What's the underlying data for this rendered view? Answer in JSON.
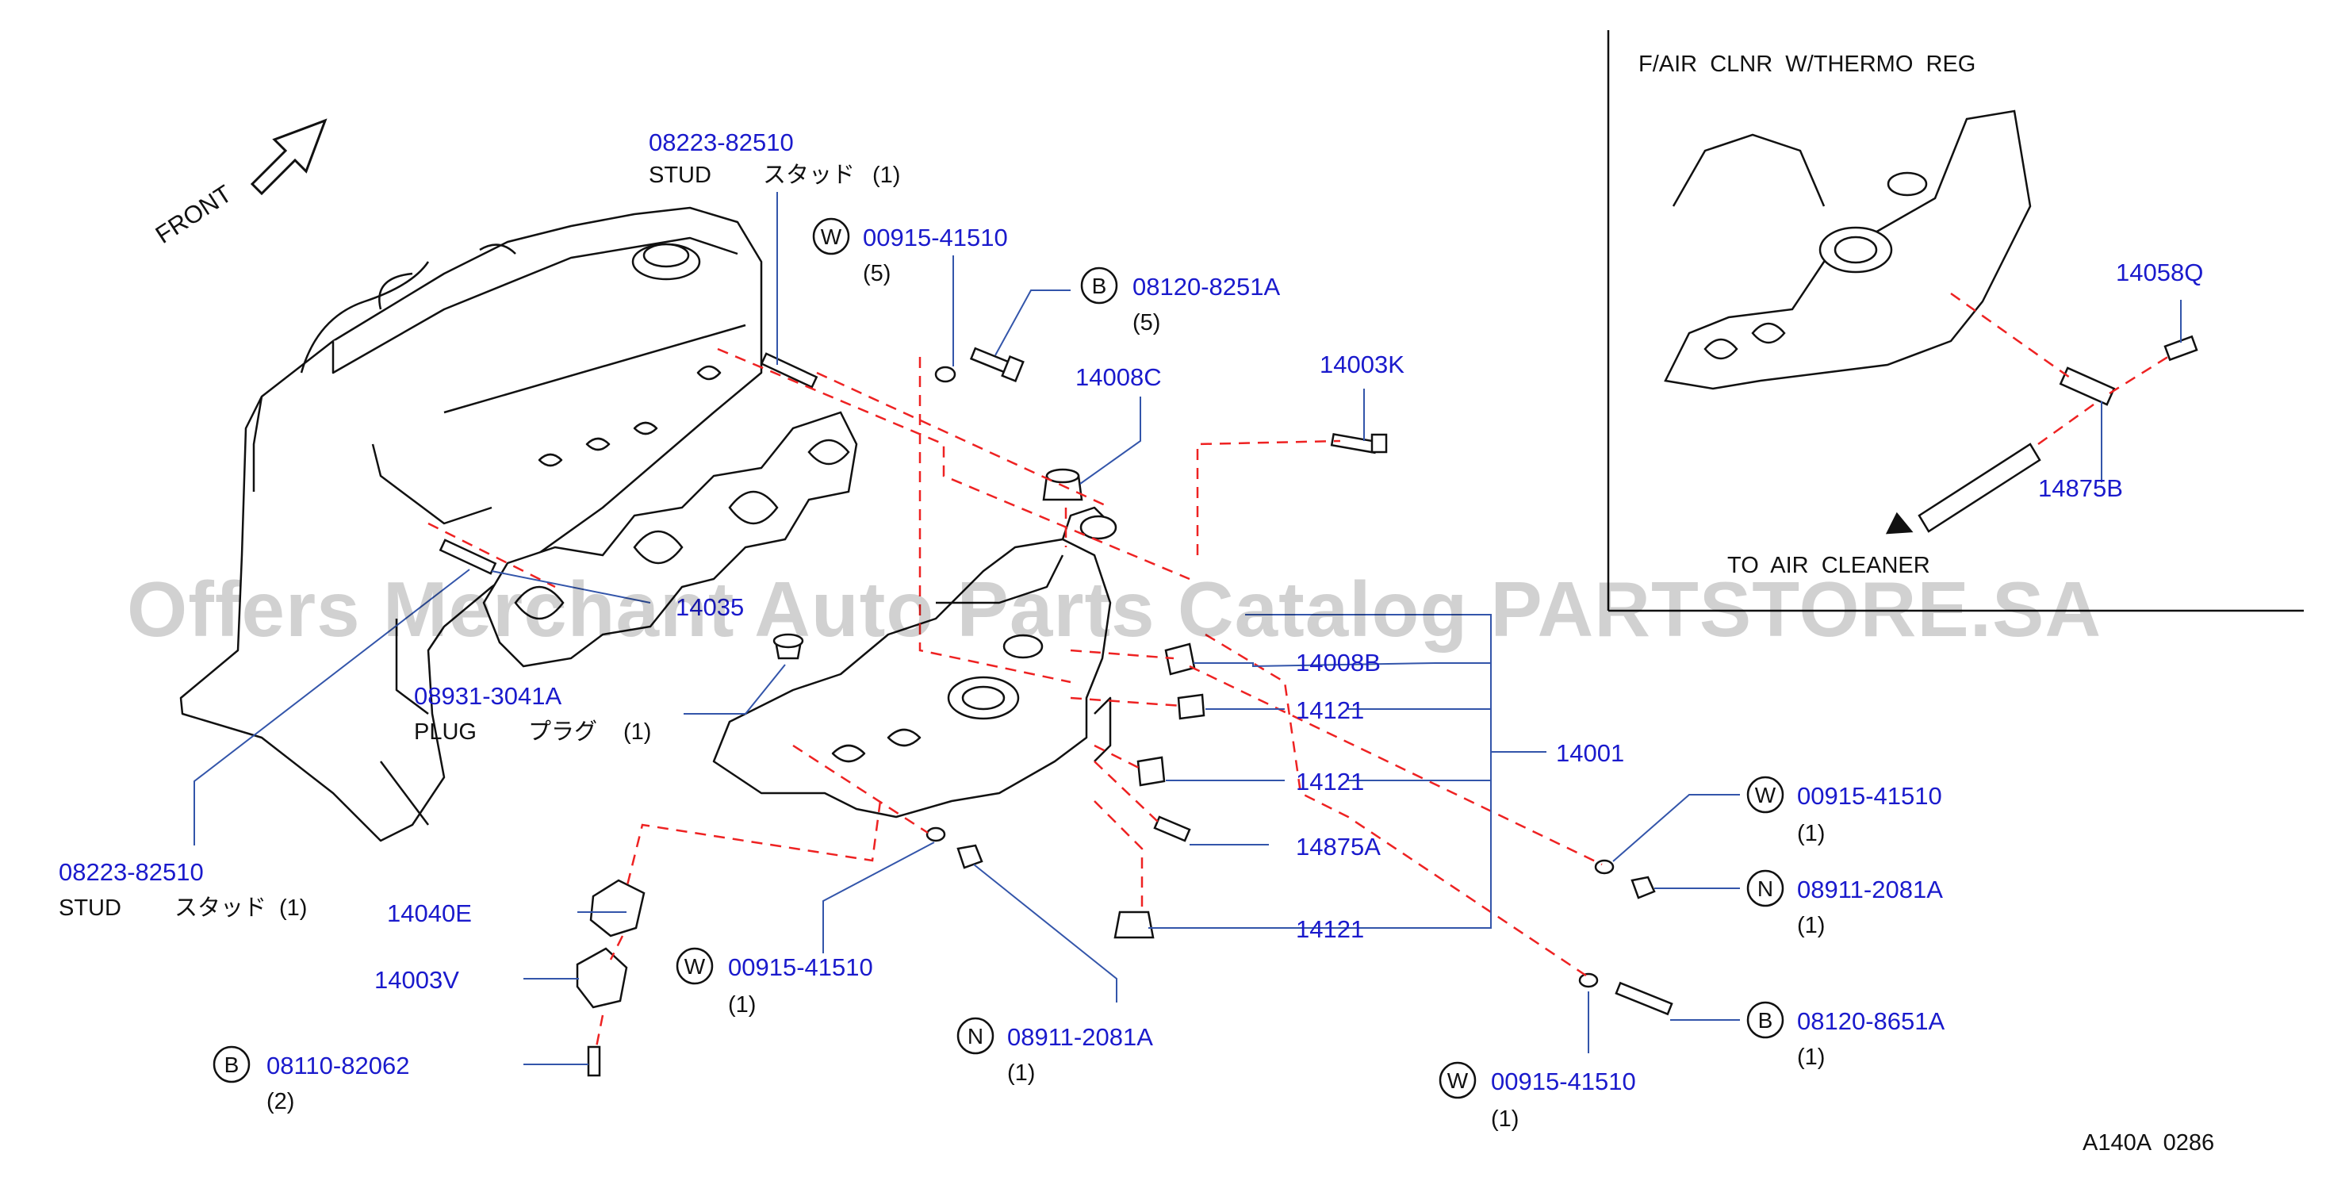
{
  "front_label": "FRONT",
  "inset": {
    "title": "F/AIR  CLNR  W/THERMO  REG",
    "to_label": "TO  AIR  CLEANER",
    "parts": {
      "p14058Q": "14058Q",
      "p14875B": "14875B"
    }
  },
  "callouts": {
    "stud_top": {
      "pn": "08223-82510",
      "desc": "STUD",
      "jp": "スタッド",
      "qty": "(1)"
    },
    "washer_top": {
      "sym": "W",
      "pn": "00915-41510",
      "qty": "(5)"
    },
    "bolt_top": {
      "sym": "B",
      "pn": "08120-8251A",
      "qty": "(5)"
    },
    "c14008C": "14008C",
    "c14003K": "14003K",
    "c14035": "14035",
    "plug": {
      "pn": "08931-3041A",
      "desc": "PLUG",
      "jp": "プラグ",
      "qty": "(1)"
    },
    "stud_bottom": {
      "pn": "08223-82510",
      "desc": "STUD",
      "jp": "スタッド",
      "qty": "(1)"
    },
    "c14040E": "14040E",
    "c14003V": "14003V",
    "bolt_bottom": {
      "sym": "B",
      "pn": "08110-82062",
      "qty": "(2)"
    },
    "washer_mid": {
      "sym": "W",
      "pn": "00915-41510",
      "qty": "(1)"
    },
    "nut_mid": {
      "sym": "N",
      "pn": "08911-2081A",
      "qty": "(1)"
    },
    "c14008B": "14008B",
    "c14121_a": "14121",
    "c14121_b": "14121",
    "c14121_c": "14121",
    "c14875A": "14875A",
    "c14001": "14001",
    "washer_r1": {
      "sym": "W",
      "pn": "00915-41510",
      "qty": "(1)"
    },
    "nut_r": {
      "sym": "N",
      "pn": "08911-2081A",
      "qty": "(1)"
    },
    "bolt_r": {
      "sym": "B",
      "pn": "08120-8651A",
      "qty": "(1)"
    },
    "washer_r2": {
      "sym": "W",
      "pn": "00915-41510",
      "qty": "(1)"
    }
  },
  "ref_code": "A140A  0286",
  "watermark": "Offers Merchant Auto Parts Catalog PARTSTORE.SA",
  "colors": {
    "part_number": "#1a1acc",
    "leader": "#3355aa",
    "dashed": "#ee2222",
    "line": "#111111"
  }
}
